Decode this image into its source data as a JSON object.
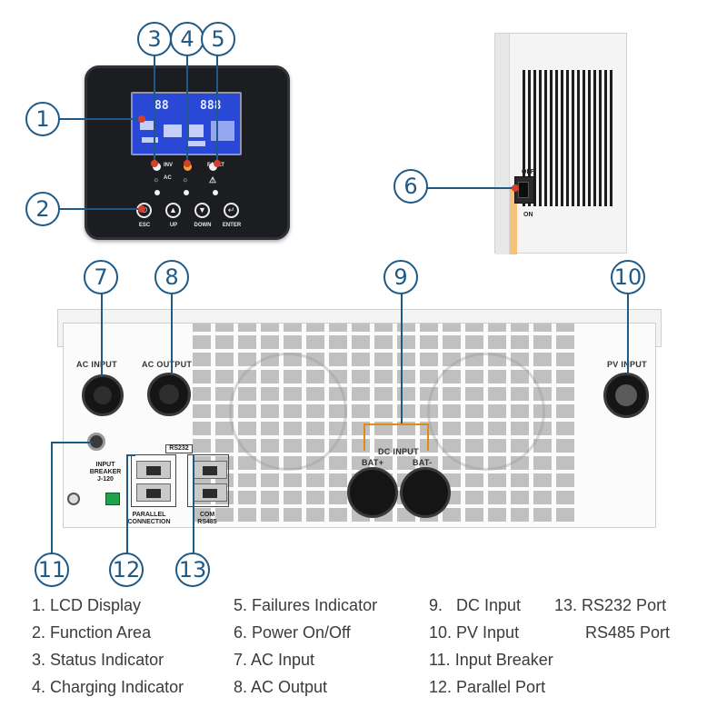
{
  "callouts": [
    "1",
    "2",
    "3",
    "4",
    "5",
    "6",
    "7",
    "8",
    "9",
    "10",
    "11",
    "12",
    "13"
  ],
  "control_panel": {
    "lcd_readout_left": "88",
    "lcd_readout_right": "888",
    "led_labels": [
      "INV",
      "AC",
      "FAULT"
    ],
    "keys": [
      {
        "label": "ESC",
        "icon": "power-icon"
      },
      {
        "label": "UP",
        "icon": "up-arrow-icon"
      },
      {
        "label": "DOWN",
        "icon": "down-arrow-icon"
      },
      {
        "label": "ENTER",
        "icon": "enter-icon"
      }
    ]
  },
  "side_view": {
    "switch_off_label": "OFF",
    "switch_on_label": "ON"
  },
  "rear_view": {
    "ac_input_label": "AC  INPUT",
    "ac_output_label": "AC  OUTPUT",
    "pv_input_label": "PV  INPUT",
    "dc_input_label": "DC  INPUT",
    "bat_plus_label": "BAT+",
    "bat_minus_label": "BAT-",
    "rs232_label": "RS232",
    "input_breaker_label": "INPUT\nBREAKER\nJ-120",
    "parallel_label": "PARALLEL\nCONNECTION",
    "com_label": "COM\nRS485"
  },
  "legend": [
    "1. LCD Display",
    "2. Function Area",
    "3. Status Indicator",
    "4. Charging Indicator",
    "5. Failures Indicator",
    "6. Power On/Off",
    "7. AC Input",
    "8. AC Output",
    "9.   DC Input",
    "10. PV Input",
    "11. Input Breaker",
    "12. Parallel Port",
    "13. RS232 Port",
    "RS485 Port"
  ],
  "colors": {
    "callout_blue": "#1f5a87",
    "lcd_blue": "#2a48d6",
    "leader_orange": "#e08a18"
  }
}
